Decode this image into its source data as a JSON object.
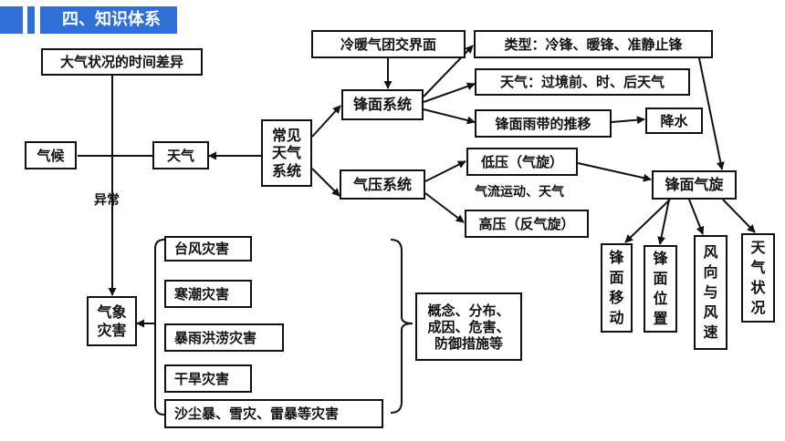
{
  "header": {
    "title": "四、知识体系",
    "accent_color": "#2f6fd6"
  },
  "nodes": {
    "time_diff": "大气状况的时间差异",
    "climate": "气候",
    "weather": "天气",
    "common_weather_system": "常见天气系统",
    "air_mass_interface": "冷暖气团交界面",
    "front_system": "锋面系统",
    "pressure_system": "气压系统",
    "front_types": "类型：冷锋、暖锋、准静止锋",
    "front_weather": "天气：过境前、时、后天气",
    "rainbelt_shift": "锋面雨带的推移",
    "precipitation": "降水",
    "low_pressure": "低压（气旋）",
    "high_pressure": "高压（反气旋）",
    "frontal_cyclone": "锋面气旋",
    "front_movement": "锋面移动",
    "front_position": "锋面位置",
    "wind_direction_speed": "风向与风速",
    "weather_condition": "天气状况",
    "meteorological_disasters": "气象灾害",
    "typhoon": "台风灾害",
    "cold_wave": "寒潮灾害",
    "rainstorm_flood": "暴雨洪涝灾害",
    "drought": "干旱灾害",
    "sandstorm_etc": "沙尘暴、雪灾、雷暴等灾害",
    "disaster_aspects": "概念、分布、成因、危害、防御措施等"
  },
  "labels": {
    "abnormal": "异常",
    "airflow_weather": "气流运动、天气"
  }
}
